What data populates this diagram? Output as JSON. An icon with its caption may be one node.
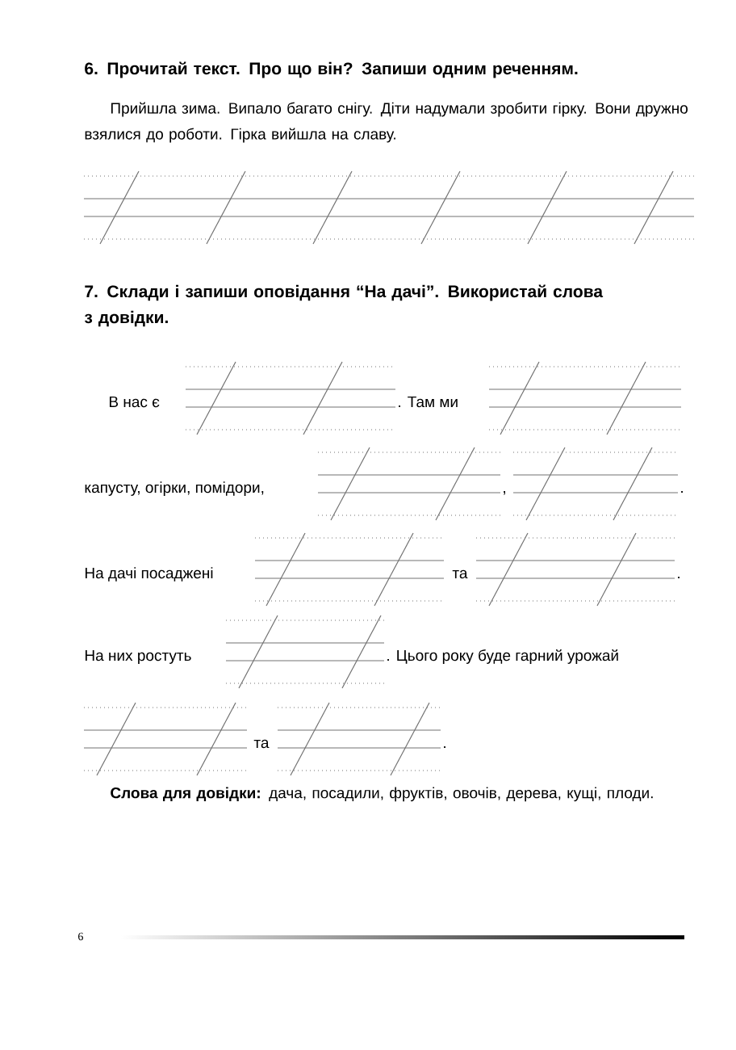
{
  "diagram": {
    "labels": [
      "6. Прочитай текст. Про що він? Запиши одним реченням.",
      "Прийшла зима. Випало багато снігу. Діти надумали зробити гірку. Вони дружно взялися до роботи. Гірка вийшла на славу.",
      "7. Склади і запиши оповідання “На дачі”. Використай слова з довідки.",
      "В нас є",
      ". Там ми",
      "капусту, огірки, помідори,",
      ",",
      ".",
      "На дачі посаджені",
      "та",
      ".",
      "На них ростуть",
      ". Цього року буде гарний урожай",
      "та",
      ".",
      "**Слова для довідки:** дача, посадили, фруктів, овочів, дерева, кущі, плоди.",
      "6"
    ]
  }
}
